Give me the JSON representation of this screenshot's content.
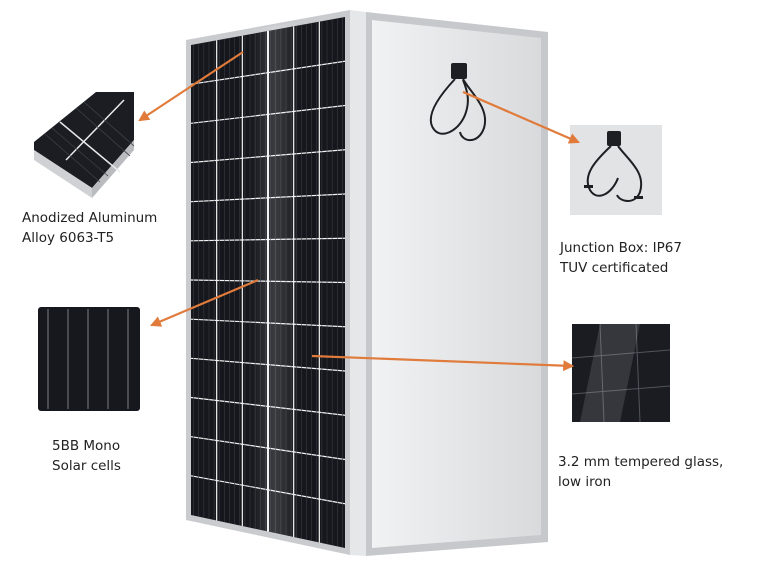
{
  "labels": {
    "frame": {
      "line1": "Anodized Aluminum",
      "line2": "Alloy 6063-T5"
    },
    "cells": {
      "line1": "5BB Mono",
      "line2": "Solar cells"
    },
    "junction_box": {
      "line1": "Junction Box: IP67",
      "line2": "TUV certificated"
    },
    "glass": {
      "line1": "3.2 mm tempered glass,",
      "line2": "low iron"
    }
  },
  "colors": {
    "arrow": "#e07b3b",
    "cell": "#15171c",
    "backsheet": "#dedfe1",
    "frame": "#c9cbce"
  }
}
